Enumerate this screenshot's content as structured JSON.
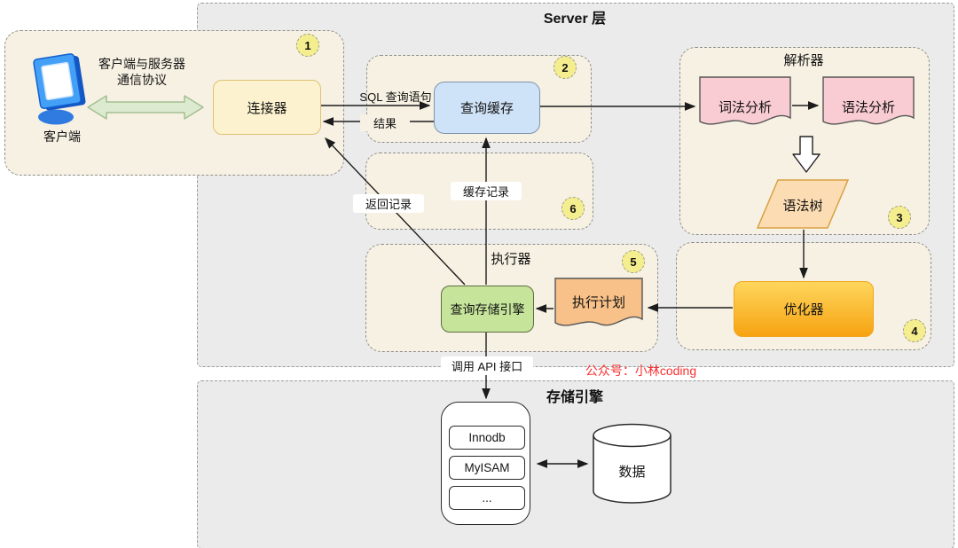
{
  "layers": {
    "server": {
      "title": "Server 层"
    },
    "storage": {
      "title": "存储引擎"
    }
  },
  "client": {
    "icon": "computer-monitor-icon",
    "protocol_line1": "客户端与服务器",
    "protocol_line2": "通信协议",
    "label": "客户端",
    "badge": "1"
  },
  "server": {
    "connector": "连接器",
    "query_cache": "查询缓存",
    "query_cache_badge": "2",
    "cache_badge": "6",
    "parser_title": "解析器",
    "parser_badge": "3",
    "lexical_analysis": "词法分析",
    "syntax_analysis": "语法分析",
    "syntax_tree": "语法树",
    "optimizer": "优化器",
    "optimizer_badge": "4",
    "executor_title": "执行器",
    "executor_badge": "5",
    "query_storage_engine": "查询存储引擎",
    "execution_plan": "执行计划"
  },
  "edges": {
    "sql_query": "SQL 查询语句",
    "result": "结果",
    "cache_record": "缓存记录",
    "return_record": "返回记录",
    "call_api": "调用 API 接口"
  },
  "storage_engine": {
    "engines": [
      "Innodb",
      "MyISAM",
      "..."
    ],
    "data": "数据"
  },
  "watermark": {
    "text": "公众号：小林coding",
    "color": "#fb2f2f"
  },
  "colors": {
    "layer_bg": "#ebebeb",
    "panel_bg": "#f7f1e3",
    "connector_fill": "#fcf2cf",
    "query_cache_fill": "#cfe3f8",
    "green_fill": "#c6e59a",
    "optimizer_gradient_top": "#fed65c",
    "optimizer_gradient_bottom": "#f7a312",
    "doc_pink": "#f9ccd3",
    "doc_orange": "#f8c189",
    "parallelogram_fill": "#fcdcb3",
    "badge_fill": "#f5ee8e"
  }
}
